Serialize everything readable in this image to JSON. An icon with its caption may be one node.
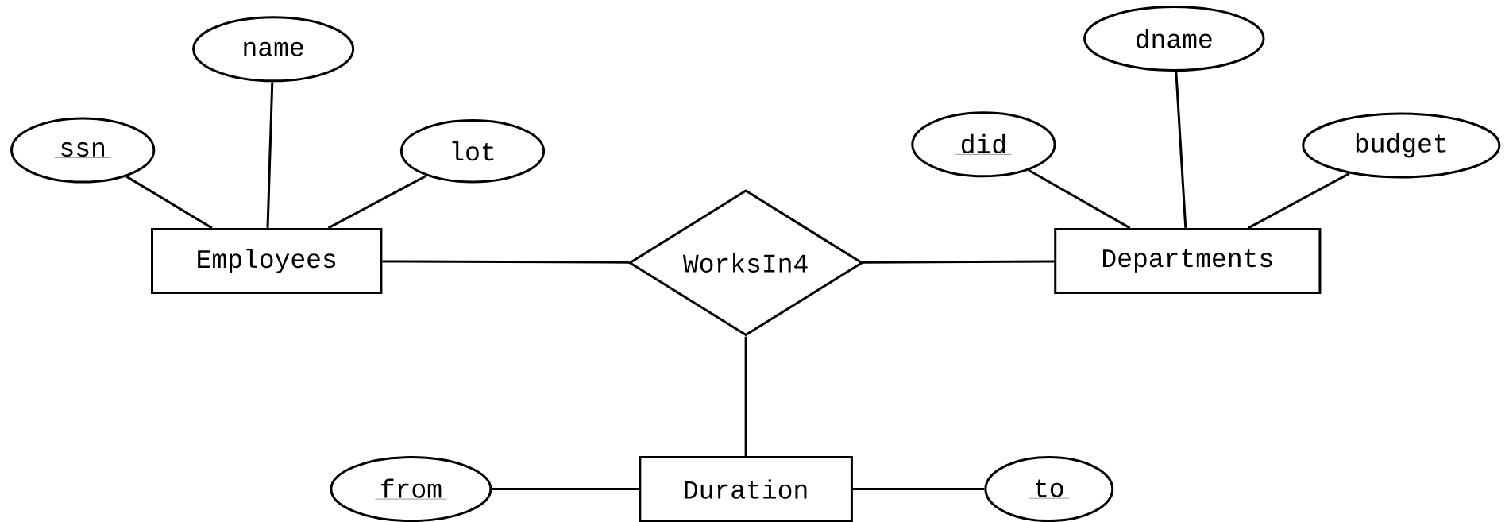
{
  "diagram": {
    "nodes": [
      {
        "text": [
          "Employees"
        ]
      },
      {
        "text": [
          "ssn"
        ]
      },
      {
        "text": [
          "name"
        ]
      },
      {
        "text": [
          "lot"
        ]
      },
      {
        "text": [
          "WorksIn4"
        ]
      },
      {
        "text": [
          "Departments"
        ]
      },
      {
        "text": [
          "did"
        ]
      },
      {
        "text": [
          "dname"
        ]
      },
      {
        "text": [
          "budget"
        ]
      },
      {
        "text": [
          "Duration"
        ]
      },
      {
        "text": [
          "from"
        ]
      },
      {
        "text": [
          "to"
        ]
      }
    ],
    "edges": [
      {
        "from": 1,
        "to": 0,
        "arrow": "none"
      },
      {
        "from": 2,
        "to": 0,
        "arrow": "none"
      },
      {
        "from": 3,
        "to": 0,
        "arrow": "none"
      },
      {
        "from": 0,
        "to": 4,
        "arrow": "none"
      },
      {
        "from": 4,
        "to": 5,
        "arrow": "none"
      },
      {
        "from": 6,
        "to": 5,
        "arrow": "none"
      },
      {
        "from": 7,
        "to": 5,
        "arrow": "none"
      },
      {
        "from": 8,
        "to": 5,
        "arrow": "none"
      },
      {
        "from": 4,
        "to": 9,
        "arrow": "none"
      },
      {
        "from": 10,
        "to": 9,
        "arrow": "none"
      },
      {
        "from": 11,
        "to": 9,
        "arrow": "none"
      }
    ]
  }
}
